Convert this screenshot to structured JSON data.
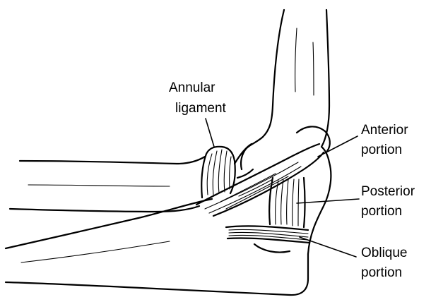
{
  "labels": {
    "annular_line1": "Annular",
    "annular_line2": "ligament",
    "anterior_line1": "Anterior",
    "anterior_line2": "portion",
    "posterior_line1": "Posterior",
    "posterior_line2": "portion",
    "oblique_line1": "Oblique",
    "oblique_line2": "portion"
  },
  "colors": {
    "ink": "#000000",
    "background": "#ffffff"
  }
}
